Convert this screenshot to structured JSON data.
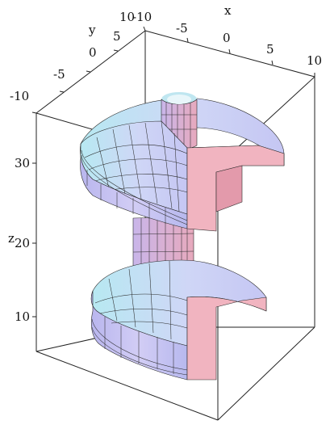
{
  "axes": {
    "x": {
      "label": "x",
      "ticks": [
        "-10",
        "-5",
        "0",
        "5",
        "10"
      ]
    },
    "y": {
      "label": "y",
      "ticks": [
        "-10",
        "-5",
        "0",
        "5",
        "10"
      ]
    },
    "z": {
      "label": "z",
      "ticks": [
        "10",
        "20",
        "30"
      ]
    }
  },
  "surface_colors": {
    "lit_top": "#b7e9f2",
    "side_front": "#c7c7f4",
    "side_shadow": "#9f9fd6",
    "cut_face": "#f1b4c0",
    "cut_face_dark": "#e39aab",
    "mesh": "#2a2a2a"
  }
}
